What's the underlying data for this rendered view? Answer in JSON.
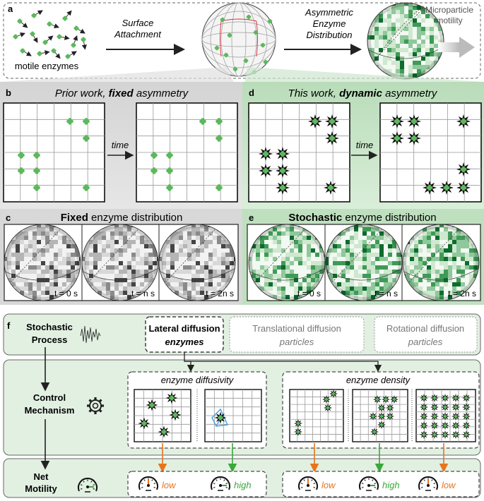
{
  "panel_a": {
    "letter": "a",
    "motile_label": "motile enzymes",
    "step1": [
      "Surface",
      "Attachment"
    ],
    "step2": [
      "Asymmetric",
      "Enzyme",
      "Distribution"
    ],
    "motility": [
      "Microparticle",
      "motility"
    ]
  },
  "panel_b": {
    "letter": "b",
    "title_pre": "Prior work, ",
    "title_bold": "fixed",
    "title_post": " asymmetry",
    "time": "time"
  },
  "panel_d": {
    "letter": "d",
    "title_pre": "This work, ",
    "title_bold": "dynamic",
    "title_post": " asymmetry",
    "time": "time"
  },
  "panel_c": {
    "letter": "c",
    "title_bold": "Fixed",
    "title_rest": " enzyme distribution",
    "times": [
      "t = 0 s",
      "t = n s",
      "t = 2n s"
    ]
  },
  "panel_e": {
    "letter": "e",
    "title_bold": "Stochastic",
    "title_rest": " enzyme distribution",
    "times": [
      "t = 0 s",
      "t = n s",
      "t = 2n s"
    ]
  },
  "panel_f": {
    "letter": "f",
    "row1_label": [
      "Stochastic",
      "Process"
    ],
    "row2_label": [
      "Control",
      "Mechanism"
    ],
    "row3_label": [
      "Net",
      "Motility"
    ],
    "box_lateral": [
      "Lateral diffusion",
      "enzymes"
    ],
    "box_translational": [
      "Translational diffusion",
      "particles"
    ],
    "box_rotational": [
      "Rotational diffusion",
      "particles"
    ],
    "diffusivity_title": "enzyme diffusivity",
    "density_title": "enzyme density",
    "gauges": [
      "low",
      "high",
      "low",
      "high",
      "low"
    ]
  },
  "colors": {
    "enzyme_green": "#5cb85c",
    "panel_green": "#d6ebd6",
    "panel_gray": "#e3e3e3",
    "low_orange": "#e8741e",
    "high_green": "#3aa83a"
  }
}
